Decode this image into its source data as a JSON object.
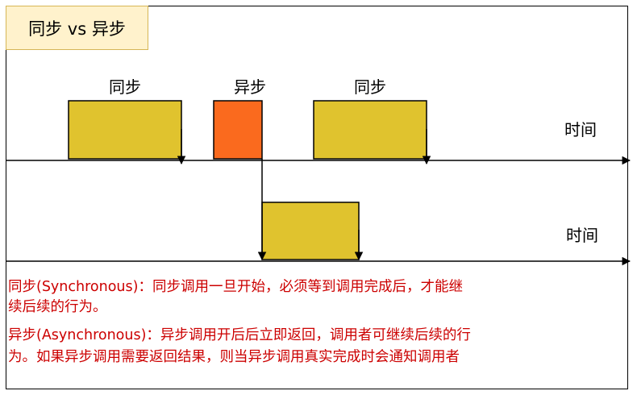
{
  "title": "同步 vs 异步",
  "colors": {
    "sync_block": "#e0c32e",
    "async_block": "#fa6a1e",
    "title_bg": "#fff2cc",
    "title_border": "#d6b656",
    "desc_text": "#cc0000"
  },
  "labels": {
    "sync_1": "同步",
    "async": "异步",
    "sync_2": "同步",
    "time_top": "时间",
    "time_bottom": "时间"
  },
  "description": {
    "sync_line1": "同步(Synchronous)：同步调用一旦开始，必须等到调用完成后，才能继",
    "sync_line2": "续后续的行为。",
    "async_line1": "异步(Asynchronous)：异步调用开后后立即返回，调用者可继续后续的行",
    "async_line2": "为。如果异步调用需要返回结果，则当异步调用真实完成时会通知调用者"
  }
}
